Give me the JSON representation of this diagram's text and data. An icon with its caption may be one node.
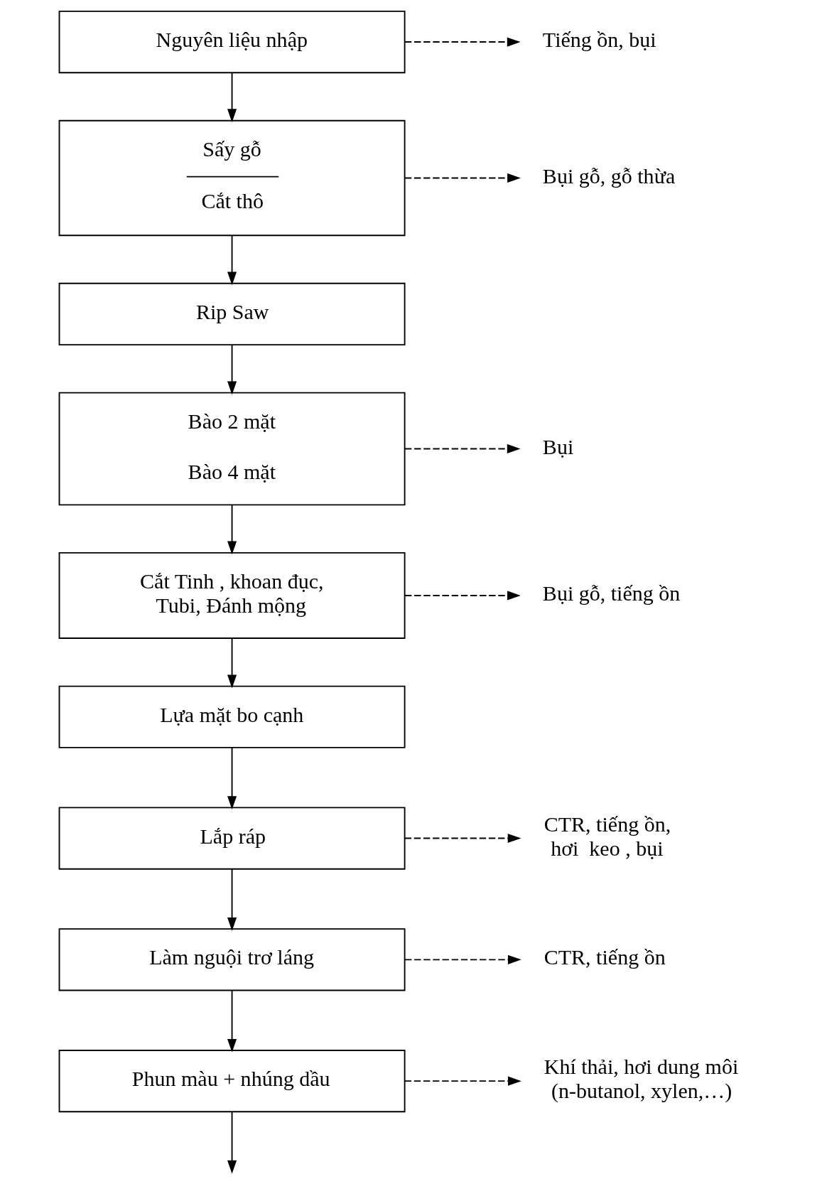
{
  "diagram": {
    "nodes": [
      {
        "text": [
          "Nguyên liệu nhập"
        ]
      },
      {
        "text": [
          "Sấy gỗ",
          "Cắt thô"
        ]
      },
      {
        "text": [
          "Rip Saw"
        ]
      },
      {
        "text": [
          "Bào 2 mặt",
          "Bào 4 mặt"
        ]
      },
      {
        "text": [
          "Cắt Tinh , khoan đục, Tubi, Đánh mộng"
        ]
      },
      {
        "text": [
          "Lựa mặt bo cạnh"
        ]
      },
      {
        "text": [
          "Lắp ráp"
        ]
      },
      {
        "text": [
          "Làm nguội trơ láng"
        ]
      },
      {
        "text": [
          "Phun màu + nhúng dầu"
        ]
      },
      {
        "text": [
          "Tiếng ồn, bụi"
        ]
      },
      {
        "text": [
          "Bụi gỗ, gỗ thừa"
        ]
      },
      {
        "text": [
          "Bụi"
        ]
      },
      {
        "text": [
          "Bụi gỗ, tiếng ồn"
        ]
      },
      {
        "text": [
          "CTR, tiếng ồn, hơi  keo , bụi"
        ]
      },
      {
        "text": [
          "CTR, tiếng ồn"
        ]
      },
      {
        "text": [
          "Khí thải, hơi dung môi (n-butanol, xylen,…)"
        ]
      }
    ],
    "edges": [
      {
        "from": 0,
        "to": 1,
        "arrow": "to"
      },
      {
        "from": 1,
        "to": 2,
        "arrow": "to"
      },
      {
        "from": 2,
        "to": 3,
        "arrow": "to"
      },
      {
        "from": 3,
        "to": 4,
        "arrow": "to"
      },
      {
        "from": 4,
        "to": 5,
        "arrow": "to"
      },
      {
        "from": 5,
        "to": 6,
        "arrow": "to"
      },
      {
        "from": 6,
        "to": 7,
        "arrow": "to"
      },
      {
        "from": 7,
        "to": 8,
        "arrow": "to"
      },
      {
        "from": 8,
        "to": null,
        "arrow": "to"
      },
      {
        "from": 0,
        "to": 9,
        "arrow": "to",
        "style": "dashed"
      },
      {
        "from": 1,
        "to": 10,
        "arrow": "to",
        "style": "dashed"
      },
      {
        "from": 3,
        "to": 11,
        "arrow": "to",
        "style": "dashed"
      },
      {
        "from": 4,
        "to": 12,
        "arrow": "to",
        "style": "dashed"
      },
      {
        "from": 6,
        "to": 13,
        "arrow": "to",
        "style": "dashed"
      },
      {
        "from": 7,
        "to": 14,
        "arrow": "to",
        "style": "dashed"
      },
      {
        "from": 8,
        "to": 15,
        "arrow": "to",
        "style": "dashed"
      }
    ]
  }
}
